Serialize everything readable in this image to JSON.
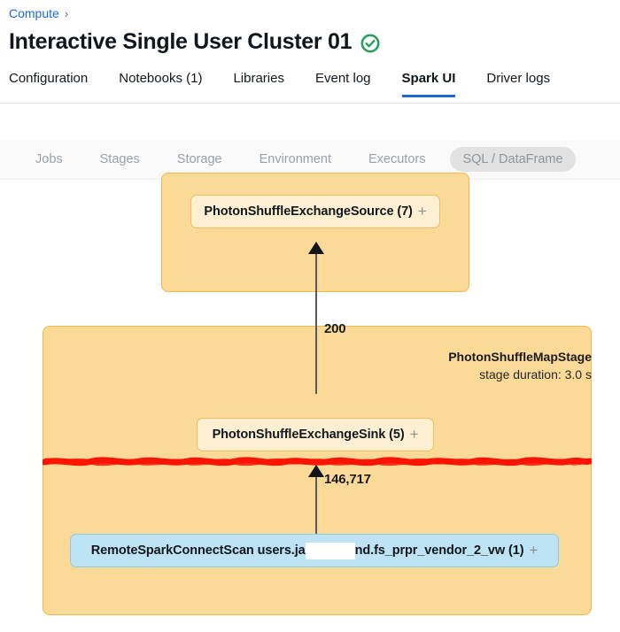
{
  "breadcrumb": {
    "root": "Compute",
    "separator": "›"
  },
  "header": {
    "title": "Interactive Single User Cluster 01",
    "status_icon": "check-circle-icon",
    "status_color": "#2a9d5c"
  },
  "tabs": [
    {
      "label": "Configuration",
      "active": false
    },
    {
      "label": "Notebooks (1)",
      "active": false
    },
    {
      "label": "Libraries",
      "active": false
    },
    {
      "label": "Event log",
      "active": false
    },
    {
      "label": "Spark UI",
      "active": true
    },
    {
      "label": "Driver logs",
      "active": false
    }
  ],
  "subtabs": [
    {
      "label": "Jobs",
      "selected": false
    },
    {
      "label": "Stages",
      "selected": false
    },
    {
      "label": "Storage",
      "selected": false
    },
    {
      "label": "Environment",
      "selected": false
    },
    {
      "label": "Executors",
      "selected": false
    },
    {
      "label": "SQL / DataFrame",
      "selected": true
    }
  ],
  "graph": {
    "top_stage": {
      "node_label": "PhotonShuffleExchangeSource (7)",
      "expand_glyph": "+"
    },
    "main_stage": {
      "name": "PhotonShuffleMapStage",
      "duration": "stage duration: 3.0 s",
      "sink_node_label": "PhotonShuffleExchangeSink (5)",
      "sink_expand_glyph": "+",
      "scan_node_prefix": "RemoteSparkConnectScan users.ja",
      "scan_node_suffix": "nd.fs_prpr_vendor_2_vw (1)",
      "scan_expand_glyph": "+",
      "scan_redacted": true
    },
    "edges": [
      {
        "label": "200",
        "from": "PhotonShuffleExchangeSink (5)",
        "to": "PhotonShuffleExchangeSource (7)"
      },
      {
        "label": "146,717",
        "from": "RemoteSparkConnectScan",
        "to": "PhotonShuffleExchangeSink (5)"
      }
    ],
    "colors": {
      "stage_fill": "#fbda98",
      "stage_border": "#f0b74a",
      "node_orange_fill": "#fdefd2",
      "node_blue_fill": "#bee3f5",
      "redaction_line": "#fa1405",
      "arrow": "#555a5f"
    }
  }
}
